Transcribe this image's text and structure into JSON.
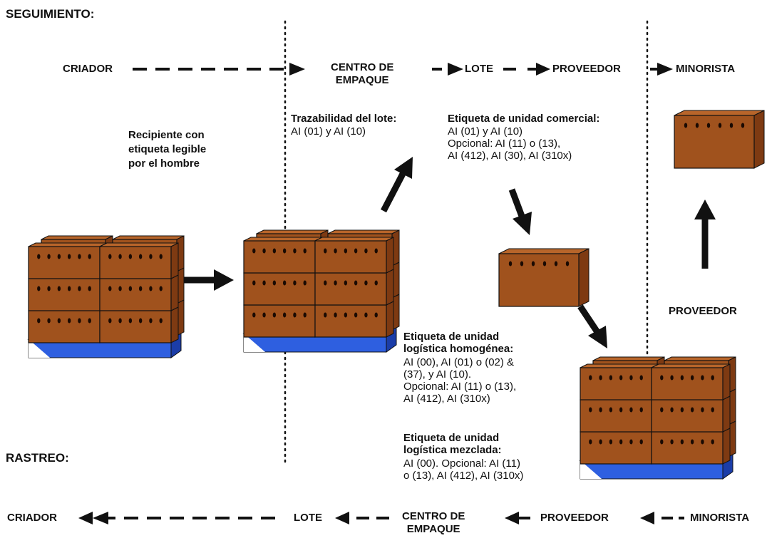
{
  "headers": {
    "seguimiento": "SEGUIMIENTO:",
    "rastreo": "RASTREO:"
  },
  "top_flow": {
    "criador": "CRIADOR",
    "centro": "CENTRO DE\nEMPAQUE",
    "lote": "LOTE",
    "proveedor": "PROVEEDOR",
    "minorista": "MINORISTA"
  },
  "bottom_flow": {
    "criador": "CRIADOR",
    "lote": "LOTE",
    "centro": "CENTRO DE\nEMPAQUE",
    "proveedor": "PROVEEDOR",
    "minorista": "MINORISTA"
  },
  "labels": {
    "recipiente": "Recipiente con\netiqueta legible\npor el hombre",
    "trazabilidad_title": "Trazabilidad del lote:",
    "trazabilidad_body": "AI (01) y AI (10)",
    "comercial_title": "Etiqueta de unidad comercial:",
    "comercial_body": "AI (01) y AI (10)\nOpcional: AI (11) o (13),\nAI (412), AI (30), AI (310x)",
    "homogenea_title": "Etiqueta de unidad\nlogística homogénea:",
    "homogenea_body": "AI (00), AI (01) o (02) &\n(37), y AI (10).\nOpcional: AI (11) o (13),\nAI (412), AI (310x)",
    "mezclada_title": "Etiqueta de unidad\nlogística mezclada:",
    "mezclada_body": "AI (00). Opcional: AI (11)\no (13), AI (412), AI (310x)",
    "proveedor_side": "PROVEEDOR"
  },
  "colors": {
    "box_front": "#a0521d",
    "box_side": "#7e3a12",
    "box_top": "#b8652a",
    "pallet_blue": "#2e5fe0",
    "pallet_dark": "#1b3da8"
  }
}
